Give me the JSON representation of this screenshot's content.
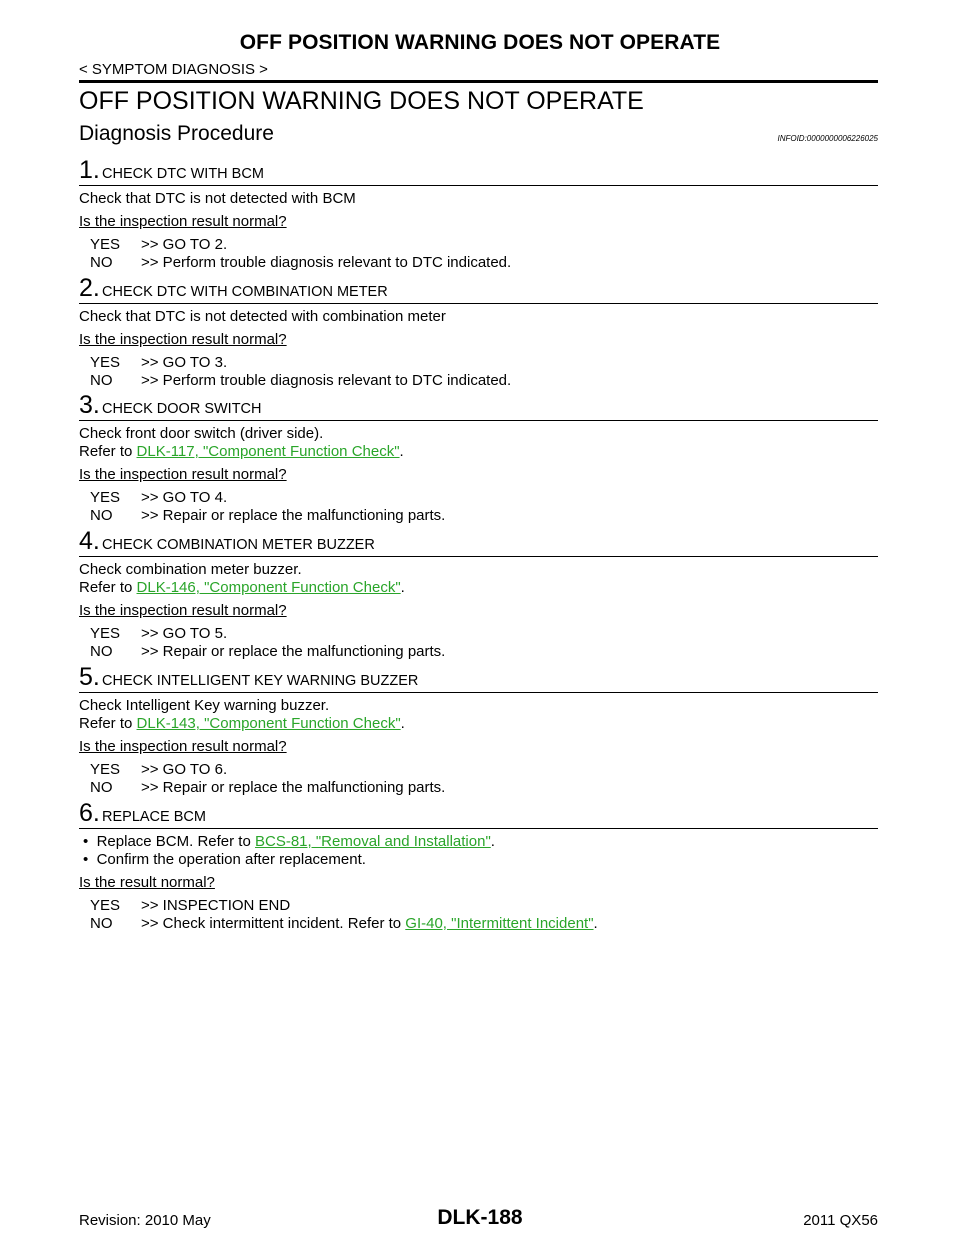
{
  "header": {
    "title": "OFF POSITION WARNING DOES NOT OPERATE",
    "breadcrumb": "< SYMPTOM DIAGNOSIS >"
  },
  "main": {
    "title": "OFF POSITION WARNING DOES NOT OPERATE",
    "subtitle": "Diagnosis Procedure",
    "infoid": "INFOID:0000000006226025"
  },
  "steps": [
    {
      "number": "1.",
      "name": "CHECK DTC WITH BCM",
      "text1": "Check that DTC is not detected with BCM",
      "question": "Is the inspection result normal?",
      "yes_label": "YES",
      "yes_text": ">> GO TO 2.",
      "no_label": "NO",
      "no_text": ">> Perform trouble diagnosis relevant to DTC indicated."
    },
    {
      "number": "2.",
      "name": "CHECK DTC WITH COMBINATION METER",
      "text1": "Check that DTC is not detected with combination meter",
      "question": "Is the inspection result normal?",
      "yes_label": "YES",
      "yes_text": ">> GO TO 3.",
      "no_label": "NO",
      "no_text": ">> Perform trouble diagnosis relevant to DTC indicated."
    },
    {
      "number": "3.",
      "name": "CHECK DOOR SWITCH",
      "text1": "Check front door switch (driver side).",
      "refer_prefix": "Refer to ",
      "refer_link": "DLK-117, \"Component Function Check\"",
      "refer_suffix": ".",
      "question": "Is the inspection result normal?",
      "yes_label": "YES",
      "yes_text": ">> GO TO 4.",
      "no_label": "NO",
      "no_text": ">> Repair or replace the malfunctioning parts."
    },
    {
      "number": "4.",
      "name": "CHECK COMBINATION METER BUZZER",
      "text1": "Check combination meter buzzer.",
      "refer_prefix": "Refer to ",
      "refer_link": "DLK-146, \"Component Function Check\"",
      "refer_suffix": ".",
      "question": "Is the inspection result normal?",
      "yes_label": "YES",
      "yes_text": ">> GO TO 5.",
      "no_label": "NO",
      "no_text": ">> Repair or replace the malfunctioning parts."
    },
    {
      "number": "5.",
      "name": "CHECK INTELLIGENT KEY WARNING BUZZER",
      "text1": "Check Intelligent Key warning buzzer.",
      "refer_prefix": "Refer to ",
      "refer_link": "DLK-143, \"Component Function Check\"",
      "refer_suffix": ".",
      "question": "Is the inspection result normal?",
      "yes_label": "YES",
      "yes_text": ">> GO TO 6.",
      "no_label": "NO",
      "no_text": ">> Repair or replace the malfunctioning parts."
    },
    {
      "number": "6.",
      "name": "REPLACE BCM",
      "bullet1_prefix": "Replace BCM. Refer to ",
      "bullet1_link": "BCS-81, \"Removal and Installation\"",
      "bullet1_suffix": ".",
      "bullet2": "Confirm the operation after replacement.",
      "question": "Is the result normal?",
      "yes_label": "YES",
      "yes_text": ">> INSPECTION END",
      "no_label": "NO",
      "no_text_prefix": ">> Check intermittent incident. Refer to ",
      "no_link": "GI-40, \"Intermittent Incident\"",
      "no_suffix": "."
    }
  ],
  "footer": {
    "page": "DLK-188",
    "revision": "Revision: 2010 May",
    "model": "2011 QX56"
  },
  "colors": {
    "link": "#2aa52a"
  }
}
